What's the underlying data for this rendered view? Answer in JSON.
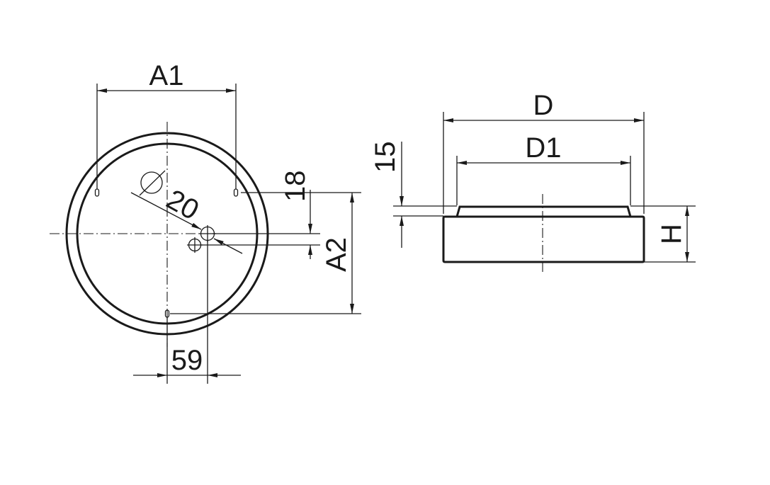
{
  "labels": {
    "a1": "A1",
    "a2": "A2",
    "d": "D",
    "d1": "D1",
    "h": "H",
    "dim_15": "15",
    "dim_18": "18",
    "dim_20": "20",
    "dim_59": "59"
  }
}
